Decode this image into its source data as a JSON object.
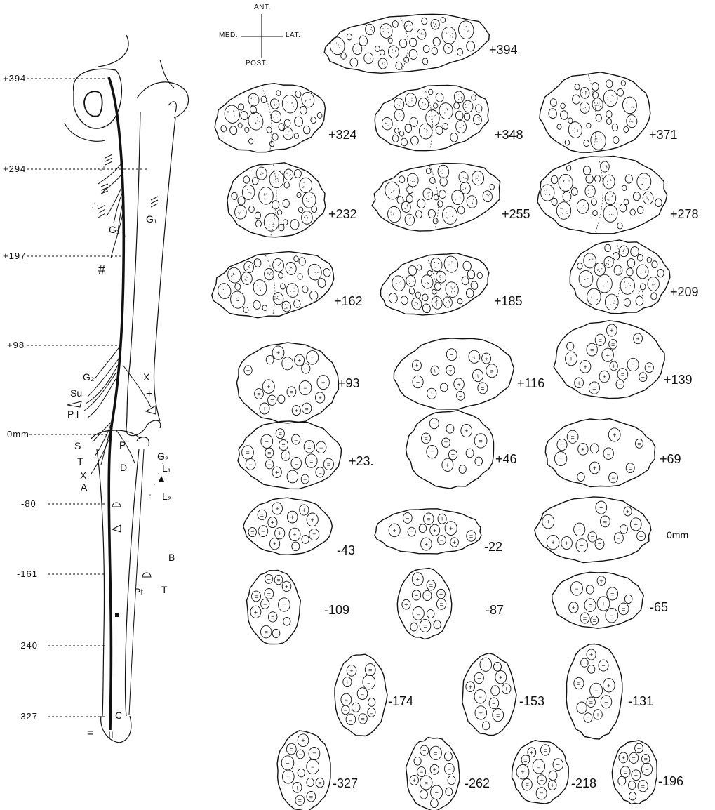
{
  "compass": {
    "ant": "ANT.",
    "post": "POST.",
    "med": "MED.",
    "lat": "LAT."
  },
  "levels": [
    "+394",
    "+294",
    "+197",
    "+98",
    "0mm",
    "-80",
    "-161",
    "-240",
    "-327"
  ],
  "nerve_labels": {
    "g1_left": "G₁",
    "g1_right": "G₁",
    "hash": "#",
    "g2_left": "G₂",
    "su": "Su",
    "pl": "P l",
    "s": "S",
    "t": "T",
    "x": "X",
    "a": "A",
    "p": "P",
    "d": "D",
    "x_right": "X",
    "plus_right": "+",
    "g2_right": "G₂",
    "l1": "L₁",
    "l2": "L₂",
    "b": "B",
    "t_right": "T",
    "pt": "Pt",
    "c": "C",
    "eq": "=",
    "ii": "II"
  },
  "sections": [
    {
      "label": "+394"
    },
    {
      "label": "+324"
    },
    {
      "label": "+348"
    },
    {
      "label": "+371"
    },
    {
      "label": "+232"
    },
    {
      "label": "+255"
    },
    {
      "label": "+278"
    },
    {
      "label": "+162"
    },
    {
      "label": "+185"
    },
    {
      "label": "+209"
    },
    {
      "label": "+93"
    },
    {
      "label": "+116"
    },
    {
      "label": "+139"
    },
    {
      "label": "+23."
    },
    {
      "label": "+46"
    },
    {
      "label": "+69"
    },
    {
      "label": "-43"
    },
    {
      "label": "-22"
    },
    {
      "label": "0mm"
    },
    {
      "label": "-109"
    },
    {
      "label": "-87"
    },
    {
      "label": "-65"
    },
    {
      "label": "-174"
    },
    {
      "label": "-153"
    },
    {
      "label": "-131"
    },
    {
      "label": "-327"
    },
    {
      "label": "-262"
    },
    {
      "label": "-218"
    },
    {
      "label": "-196"
    }
  ]
}
